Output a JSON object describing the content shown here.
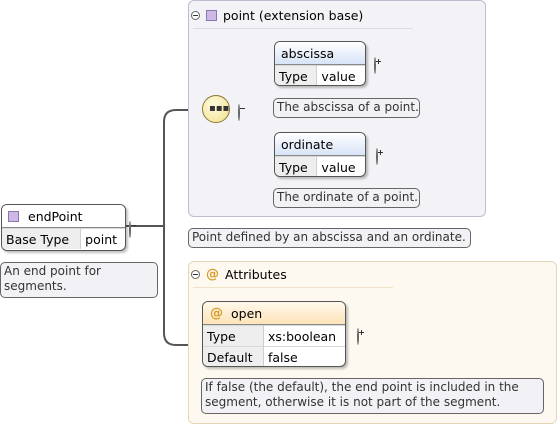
{
  "root": {
    "name": "endPoint",
    "rows": [
      {
        "key": "Base Type",
        "value": "point"
      }
    ],
    "note": "An end point for segments."
  },
  "extension_group": {
    "title": "point (extension base)",
    "note": "Point defined by an abscissa and an ordinate.",
    "elements": [
      {
        "name": "abscissa",
        "rows": [
          {
            "key": "Type",
            "value": "value"
          }
        ],
        "note": "The abscissa of a point."
      },
      {
        "name": "ordinate",
        "rows": [
          {
            "key": "Type",
            "value": "value"
          }
        ],
        "note": "The ordinate of a point."
      }
    ]
  },
  "attributes_group": {
    "title": "Attributes",
    "attribute": {
      "name": "open",
      "rows": [
        {
          "key": "Type",
          "value": "xs:boolean"
        },
        {
          "key": "Default",
          "value": "false"
        }
      ],
      "note": "If false (the default), the end point is included in the segment, otherwise it is not part of the segment."
    }
  },
  "icons": {
    "element": "element-square-icon",
    "attribute": "attribute-at-icon",
    "sequence": "sequence-compositor-icon",
    "collapse": "minus-circle-icon",
    "expand": "plus-circle-icon"
  },
  "colors": {
    "element_icon": "#cdb8e8",
    "attribute_icon": "#d99c2b",
    "extension_bg": "#f3f3f7",
    "attributes_bg": "#fdf9f1",
    "sequence_fill": "#f2df8a"
  }
}
